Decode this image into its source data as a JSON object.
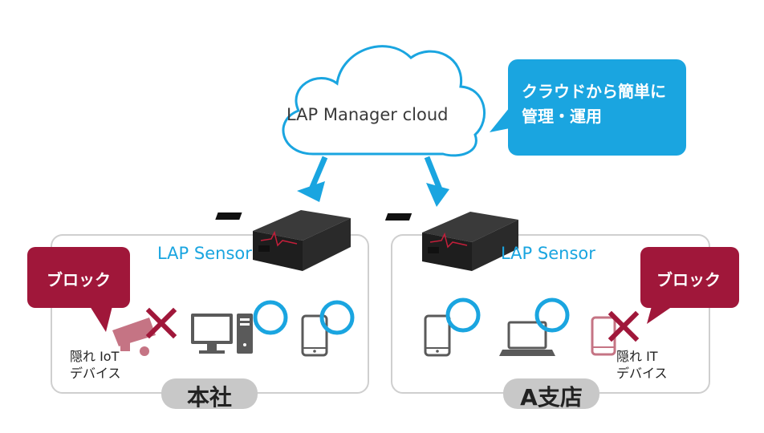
{
  "cloud": {
    "label": "LAP Manager cloud"
  },
  "callout": {
    "line1": "クラウドから簡単に",
    "line2": "管理・運用"
  },
  "sites": [
    {
      "name": "本社",
      "sensor_label": "LAP Sensor",
      "block_label": "ブロック",
      "hidden_device": {
        "line1": "隠れ IoT",
        "line2": "デバイス"
      }
    },
    {
      "name": "A支店",
      "sensor_label": "LAP Sensor",
      "block_label": "ブロック",
      "hidden_device": {
        "line1": "隠れ IT",
        "line2": "デバイス"
      }
    }
  ],
  "colors": {
    "accent_blue": "#1aa5e0",
    "block_red": "#a0173a",
    "device_gray": "#5a5a5a",
    "site_tag_gray": "#c8c8c8",
    "box_border": "#cfcfcf"
  }
}
